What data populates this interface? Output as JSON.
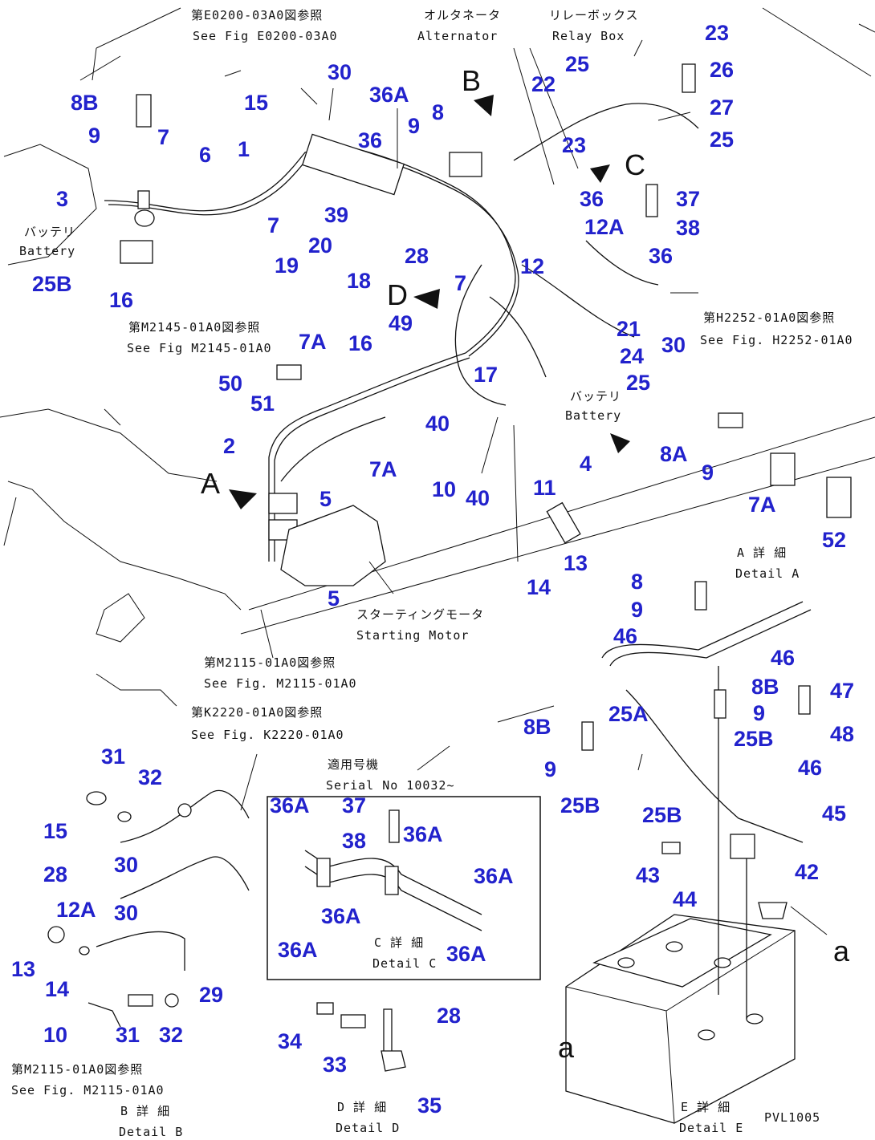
{
  "diagram": {
    "callouts": [
      {
        "id": "c-8B-top",
        "text": "8B"
      },
      {
        "id": "c-9-top",
        "text": "9"
      },
      {
        "id": "c-7-top",
        "text": "7"
      },
      {
        "id": "c-6",
        "text": "6"
      },
      {
        "id": "c-1",
        "text": "1"
      },
      {
        "id": "c-15-top",
        "text": "15"
      },
      {
        "id": "c-30-top",
        "text": "30"
      },
      {
        "id": "c-36A-top",
        "text": "36A"
      },
      {
        "id": "c-36-top",
        "text": "36"
      },
      {
        "id": "c-9-mid",
        "text": "9"
      },
      {
        "id": "c-8-top",
        "text": "8"
      },
      {
        "id": "c-22",
        "text": "22"
      },
      {
        "id": "c-25-top",
        "text": "25"
      },
      {
        "id": "c-23-top",
        "text": "23"
      },
      {
        "id": "c-26",
        "text": "26"
      },
      {
        "id": "c-27",
        "text": "27"
      },
      {
        "id": "c-25-right",
        "text": "25"
      },
      {
        "id": "c-23-mid",
        "text": "23"
      },
      {
        "id": "c-36-c",
        "text": "36"
      },
      {
        "id": "c-37",
        "text": "37"
      },
      {
        "id": "c-38",
        "text": "38"
      },
      {
        "id": "c-12A",
        "text": "12A"
      },
      {
        "id": "c-36-right",
        "text": "36"
      },
      {
        "id": "c-3",
        "text": "3"
      },
      {
        "id": "c-7-left",
        "text": "7"
      },
      {
        "id": "c-39",
        "text": "39"
      },
      {
        "id": "c-19",
        "text": "19"
      },
      {
        "id": "c-20",
        "text": "20"
      },
      {
        "id": "c-18",
        "text": "18"
      },
      {
        "id": "c-28-top",
        "text": "28"
      },
      {
        "id": "c-12",
        "text": "12"
      },
      {
        "id": "c-7-mid",
        "text": "7"
      },
      {
        "id": "c-25B-left",
        "text": "25B"
      },
      {
        "id": "c-16-left",
        "text": "16"
      },
      {
        "id": "c-49",
        "text": "49"
      },
      {
        "id": "c-21",
        "text": "21"
      },
      {
        "id": "c-30-right",
        "text": "30"
      },
      {
        "id": "c-24",
        "text": "24"
      },
      {
        "id": "c-7A-mid",
        "text": "7A"
      },
      {
        "id": "c-16-mid",
        "text": "16"
      },
      {
        "id": "c-17",
        "text": "17"
      },
      {
        "id": "c-25-mid",
        "text": "25"
      },
      {
        "id": "c-50",
        "text": "50"
      },
      {
        "id": "c-51",
        "text": "51"
      },
      {
        "id": "c-40-a",
        "text": "40"
      },
      {
        "id": "c-2",
        "text": "2"
      },
      {
        "id": "c-7A-low",
        "text": "7A"
      },
      {
        "id": "c-4",
        "text": "4"
      },
      {
        "id": "c-8A",
        "text": "8A"
      },
      {
        "id": "c-9-detA",
        "text": "9"
      },
      {
        "id": "c-10-mid",
        "text": "10"
      },
      {
        "id": "c-40-b",
        "text": "40"
      },
      {
        "id": "c-11",
        "text": "11"
      },
      {
        "id": "c-7A-detA",
        "text": "7A"
      },
      {
        "id": "c-5-top",
        "text": "5"
      },
      {
        "id": "c-52",
        "text": "52"
      },
      {
        "id": "c-13-mid",
        "text": "13"
      },
      {
        "id": "c-14-mid",
        "text": "14"
      },
      {
        "id": "c-5-low",
        "text": "5"
      },
      {
        "id": "c-8-detE",
        "text": "8"
      },
      {
        "id": "c-9-detE",
        "text": "9"
      },
      {
        "id": "c-46-a",
        "text": "46"
      },
      {
        "id": "c-46-b",
        "text": "46"
      },
      {
        "id": "c-8B-detE",
        "text": "8B"
      },
      {
        "id": "c-47",
        "text": "47"
      },
      {
        "id": "c-25A",
        "text": "25A"
      },
      {
        "id": "c-9-detE2",
        "text": "9"
      },
      {
        "id": "c-8B-detE2",
        "text": "8B"
      },
      {
        "id": "c-48",
        "text": "48"
      },
      {
        "id": "c-25B-a",
        "text": "25B"
      },
      {
        "id": "c-9-detE3",
        "text": "9"
      },
      {
        "id": "c-46-c",
        "text": "46"
      },
      {
        "id": "c-25B-b",
        "text": "25B"
      },
      {
        "id": "c-25B-c",
        "text": "25B"
      },
      {
        "id": "c-45",
        "text": "45"
      },
      {
        "id": "c-43",
        "text": "43"
      },
      {
        "id": "c-42",
        "text": "42"
      },
      {
        "id": "c-44",
        "text": "44"
      },
      {
        "id": "c-31-top",
        "text": "31"
      },
      {
        "id": "c-32-top",
        "text": "32"
      },
      {
        "id": "c-15-detB",
        "text": "15"
      },
      {
        "id": "c-30-detB1",
        "text": "30"
      },
      {
        "id": "c-28-detB",
        "text": "28"
      },
      {
        "id": "c-12A-detB",
        "text": "12A"
      },
      {
        "id": "c-30-detB2",
        "text": "30"
      },
      {
        "id": "c-13-detB",
        "text": "13"
      },
      {
        "id": "c-14-detB",
        "text": "14"
      },
      {
        "id": "c-29",
        "text": "29"
      },
      {
        "id": "c-10-detB",
        "text": "10"
      },
      {
        "id": "c-31-low",
        "text": "31"
      },
      {
        "id": "c-32-low",
        "text": "32"
      },
      {
        "id": "c-36A-c1",
        "text": "36A"
      },
      {
        "id": "c-37-c",
        "text": "37"
      },
      {
        "id": "c-38-c",
        "text": "38"
      },
      {
        "id": "c-36A-c2",
        "text": "36A"
      },
      {
        "id": "c-36A-c3",
        "text": "36A"
      },
      {
        "id": "c-36A-c4",
        "text": "36A"
      },
      {
        "id": "c-36A-c5",
        "text": "36A"
      },
      {
        "id": "c-36A-c6",
        "text": "36A"
      },
      {
        "id": "c-34",
        "text": "34"
      },
      {
        "id": "c-28-detD",
        "text": "28"
      },
      {
        "id": "c-33",
        "text": "33"
      },
      {
        "id": "c-35",
        "text": "35"
      }
    ],
    "letters": [
      {
        "id": "view-B",
        "text": "B"
      },
      {
        "id": "view-C",
        "text": "C"
      },
      {
        "id": "view-D",
        "text": "D"
      },
      {
        "id": "view-A",
        "text": "A"
      },
      {
        "id": "view-a-right",
        "text": "a"
      },
      {
        "id": "view-a-left",
        "text": "a"
      }
    ],
    "labels": [
      {
        "id": "ref-E0200-jp",
        "text": "第E0200-03A0図参照"
      },
      {
        "id": "ref-E0200-en",
        "text": "See Fig E0200-03A0"
      },
      {
        "id": "alt-jp",
        "text": "オルタネータ"
      },
      {
        "id": "alt-en",
        "text": "Alternator"
      },
      {
        "id": "relay-jp",
        "text": "リレーボックス"
      },
      {
        "id": "relay-en",
        "text": "Relay Box"
      },
      {
        "id": "battery-left-jp",
        "text": "バッテリ"
      },
      {
        "id": "battery-left-en",
        "text": "Battery"
      },
      {
        "id": "ref-M2145-jp",
        "text": "第M2145-01A0図参照"
      },
      {
        "id": "ref-M2145-en",
        "text": "See Fig M2145-01A0"
      },
      {
        "id": "ref-H2252-jp",
        "text": "第H2252-01A0図参照"
      },
      {
        "id": "ref-H2252-en",
        "text": "See Fig. H2252-01A0"
      },
      {
        "id": "battery-mid-jp",
        "text": "バッテリ"
      },
      {
        "id": "battery-mid-en",
        "text": "Battery"
      },
      {
        "id": "starter-jp",
        "text": "スターティングモータ"
      },
      {
        "id": "starter-en",
        "text": "Starting Motor"
      },
      {
        "id": "ref-M2115-jp",
        "text": "第M2115-01A0図参照"
      },
      {
        "id": "ref-M2115-en",
        "text": "See Fig. M2115-01A0"
      },
      {
        "id": "ref-K2220-jp",
        "text": "第K2220-01A0図参照"
      },
      {
        "id": "ref-K2220-en",
        "text": "See Fig. K2220-01A0"
      },
      {
        "id": "serial-jp",
        "text": "適用号機"
      },
      {
        "id": "serial-en",
        "text": "Serial No 10032~"
      },
      {
        "id": "detailA-jp",
        "text": "A 詳 細"
      },
      {
        "id": "detailA-en",
        "text": "Detail A"
      },
      {
        "id": "detailC-jp",
        "text": "C 詳 細"
      },
      {
        "id": "detailC-en",
        "text": "Detail C"
      },
      {
        "id": "ref-M2115b-jp",
        "text": "第M2115-01A0図参照"
      },
      {
        "id": "ref-M2115b-en",
        "text": "See Fig. M2115-01A0"
      },
      {
        "id": "detailB-jp",
        "text": "B 詳 細"
      },
      {
        "id": "detailB-en",
        "text": "Detail B"
      },
      {
        "id": "detailD-jp",
        "text": "D 詳 細"
      },
      {
        "id": "detailD-en",
        "text": "Detail D"
      },
      {
        "id": "detailE-jp",
        "text": "E 詳 細"
      },
      {
        "id": "detailE-en",
        "text": "Detail E"
      },
      {
        "id": "drawing-code",
        "text": "PVL1005"
      }
    ]
  }
}
